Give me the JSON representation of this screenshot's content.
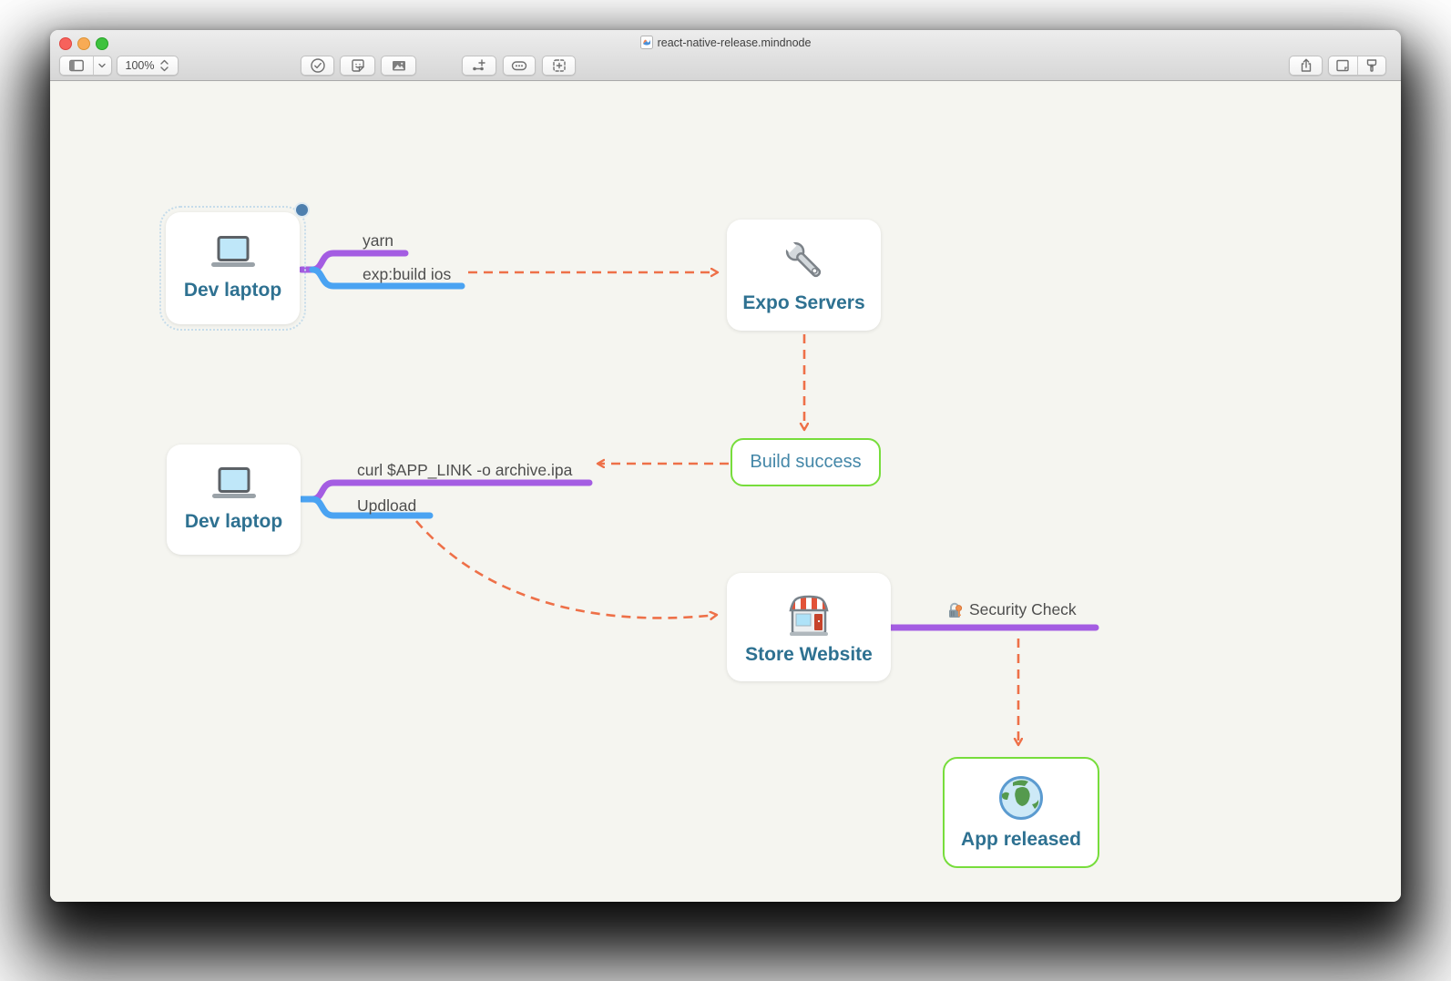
{
  "window": {
    "title": "react-native-release.mindnode",
    "traffic_lights": [
      "close",
      "minimize",
      "zoom"
    ]
  },
  "toolbar": {
    "zoom_value": "100%",
    "icons": [
      "sidebar-icon",
      "chevron-down-icon",
      "zoom-stepper-icon",
      "task-check-icon",
      "sticker-icon",
      "image-icon",
      "add-node-icon",
      "connection-pill-icon",
      "focus-icon",
      "share-icon",
      "notes-panel-icon",
      "format-brush-icon"
    ]
  },
  "canvas": {
    "nodes": [
      {
        "id": "dev-laptop-1",
        "label": "Dev laptop",
        "icon": "laptop-icon",
        "selected": true
      },
      {
        "id": "expo-servers",
        "label": "Expo Servers",
        "icon": "wrench-icon"
      },
      {
        "id": "build-success",
        "label": "Build success",
        "border": "green"
      },
      {
        "id": "dev-laptop-2",
        "label": "Dev laptop",
        "icon": "laptop-icon"
      },
      {
        "id": "store-website",
        "label": "Store Website",
        "icon": "store-icon"
      },
      {
        "id": "app-released",
        "label": "App released",
        "icon": "globe-icon",
        "border": "green"
      }
    ],
    "branch_labels": [
      {
        "text": "yarn",
        "line_color": "purple"
      },
      {
        "text": "exp:build ios",
        "line_color": "blue"
      },
      {
        "text": "curl $APP_LINK -o archive.ipa",
        "line_color": "purple"
      },
      {
        "text": "Updload",
        "line_color": "blue"
      },
      {
        "text": "Security Check",
        "line_color": "purple",
        "icon": "lock-key-icon"
      }
    ],
    "colors": {
      "branch_purple": "#a45de2",
      "branch_blue": "#4aa3f2",
      "arrow_orange": "#ee7048",
      "success_green": "#77dd3c",
      "node_text": "#2e7191",
      "label_text": "#4e4e4e",
      "canvas_bg": "#f5f5f0"
    }
  }
}
